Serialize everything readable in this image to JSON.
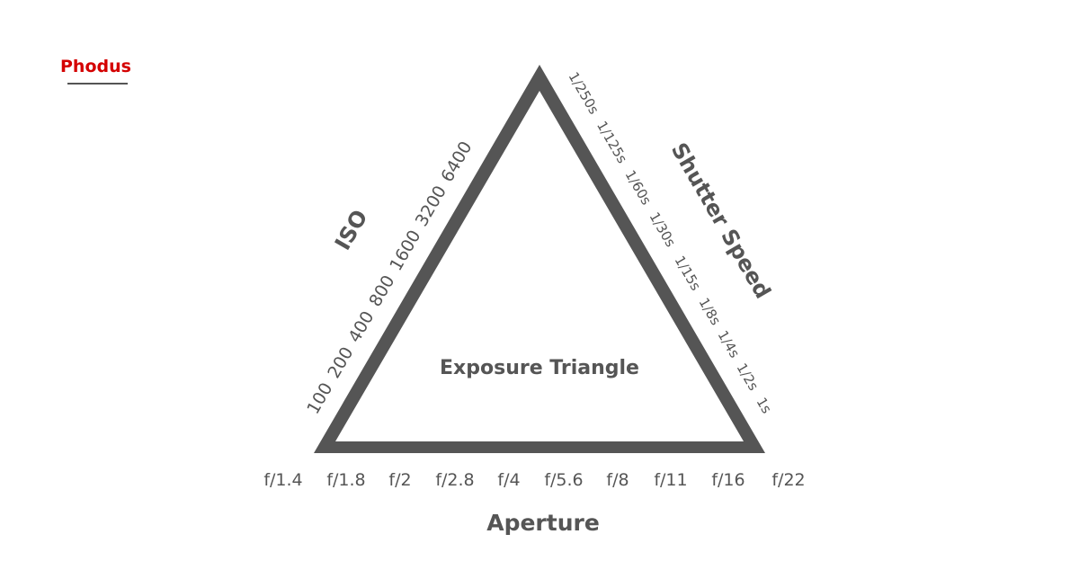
{
  "brand": {
    "name": "Phodus",
    "color": "#d40000"
  },
  "diagram": {
    "title": "Exposure Triangle",
    "line_color": "#555555",
    "iso": {
      "label": "ISO",
      "values": [
        "100",
        "200",
        "400",
        "800",
        "1600",
        "3200",
        "6400"
      ]
    },
    "shutter_speed": {
      "label": "Shutter Speed",
      "values": [
        "1/250s",
        "1/125s",
        "1/60s",
        "1/30s",
        "1/15s",
        "1/8s",
        "1/4s",
        "1/2s",
        "1s"
      ]
    },
    "aperture": {
      "label": "Aperture",
      "values": [
        "f/1.4",
        "f/1.8",
        "f/2",
        "f/2.8",
        "f/4",
        "f/5.6",
        "f/8",
        "f/11",
        "f/16",
        "f/22"
      ]
    }
  }
}
